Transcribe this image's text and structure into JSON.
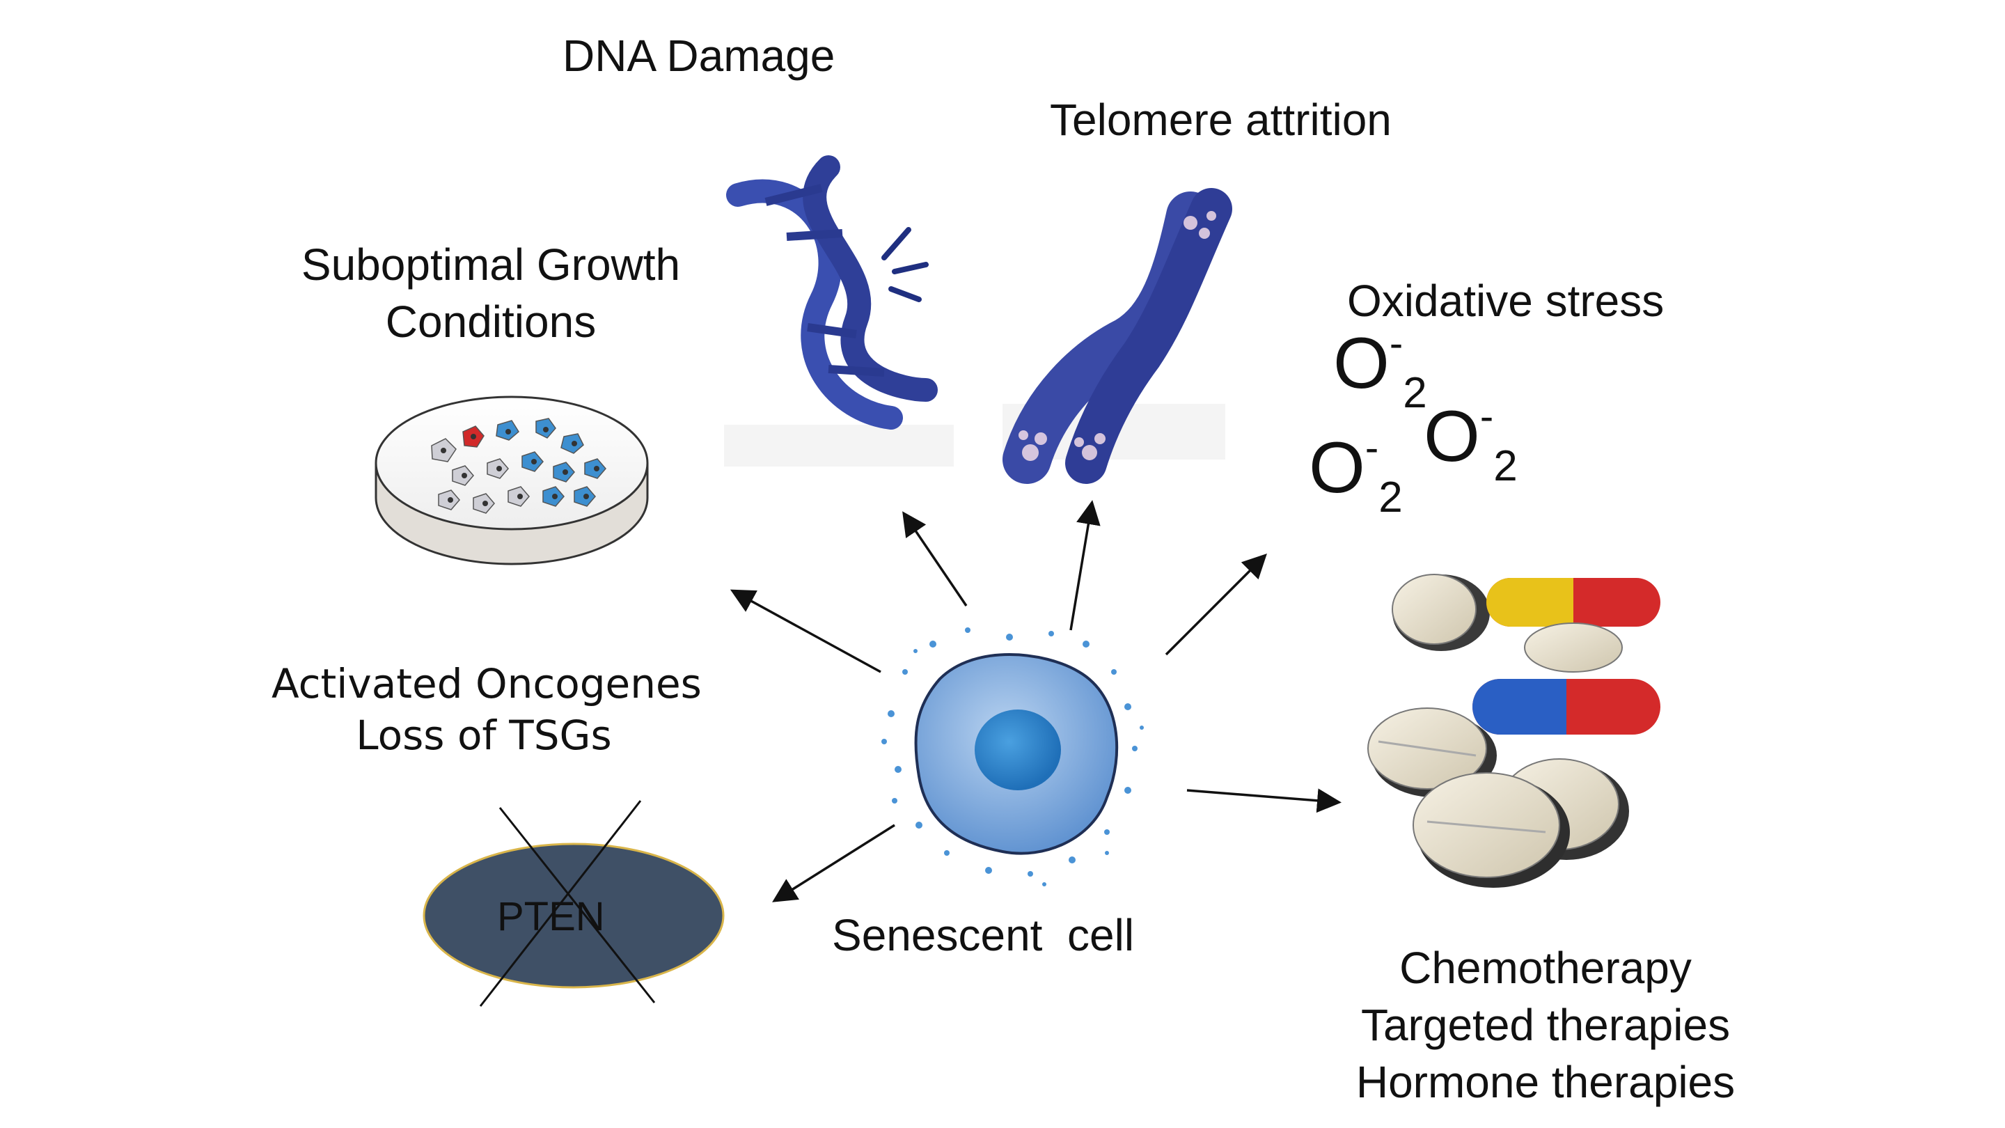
{
  "labels": {
    "dna_damage": "DNA Damage",
    "telomere": "Telomere attrition",
    "suboptimal": [
      "Suboptimal Growth",
      "Conditions"
    ],
    "oxidative": "Oxidative stress",
    "oncogenes": [
      "Activated Oncogenes",
      "Loss of TSGs"
    ],
    "senescent": "Senescent  cell",
    "therapies": [
      "Chemotherapy",
      "Targeted therapies",
      "Hormone therapies"
    ]
  },
  "oxygen": [
    {
      "base": "O",
      "sup": "-",
      "sub": "2"
    },
    {
      "base": "O",
      "sup": "-",
      "sub": "2"
    },
    {
      "base": "O",
      "sup": "-",
      "sub": "2"
    }
  ],
  "pten": {
    "label": "PTEN"
  },
  "colors": {
    "dna": "#3a4fb0",
    "chromosome": "#3a4aa6",
    "cell": "#6e9fd6",
    "nucleus": "#2f82c4",
    "pten_fill": "#3f5066",
    "pten_stroke": "#d9b54a",
    "capsule_yellow": "#e8c21a",
    "capsule_red": "#d42a2a",
    "capsule_blue": "#2a5fc4",
    "tablet": "#e8e1cf"
  },
  "icons": [
    "dna-helix-icon",
    "chromosome-icon",
    "petri-dish-icon",
    "cell-icon",
    "pills-icon",
    "pten-protein-icon"
  ]
}
